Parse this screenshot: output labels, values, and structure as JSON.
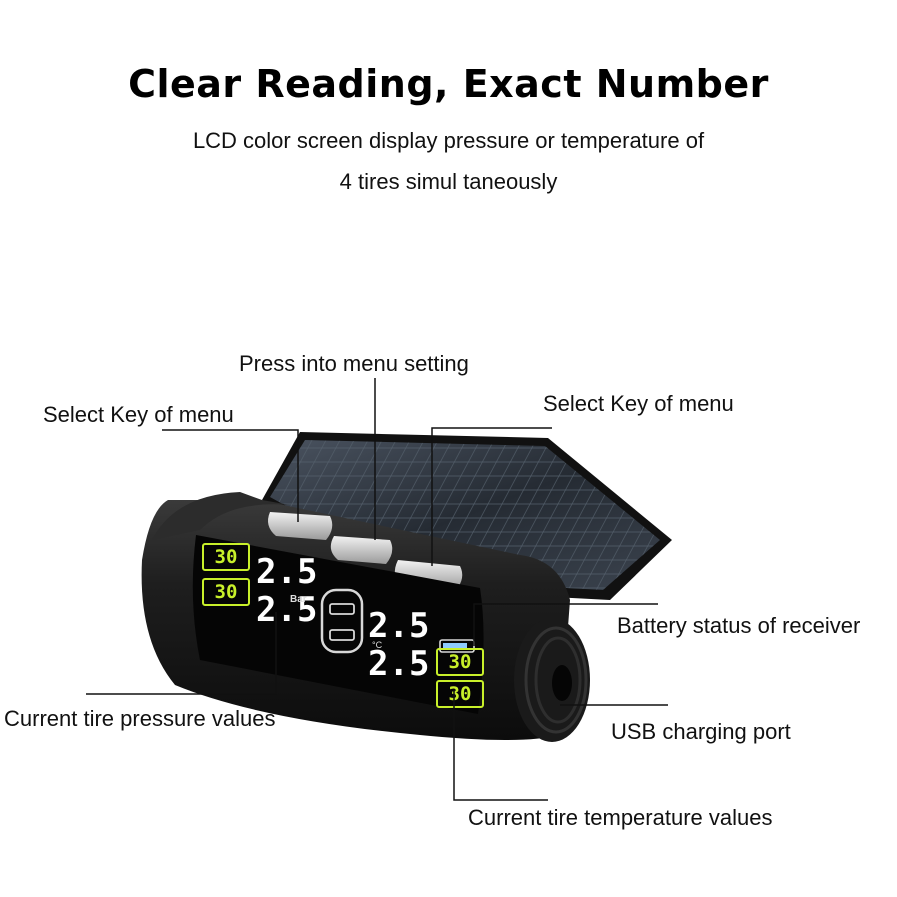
{
  "heading": {
    "title": "Clear Reading, Exact Number",
    "subtitle_line1": "LCD color screen display pressure or temperature of",
    "subtitle_line2": "4 tires simul taneously"
  },
  "callouts": {
    "press_menu": "Press into menu setting",
    "select_key_left": "Select Key of menu",
    "select_key_right": "Select Key of menu",
    "battery_status": "Battery status of receiver",
    "pressure_values": "Current tire pressure values",
    "usb_port": "USB charging port",
    "temperature_values": "Current tire temperature values"
  },
  "lcd": {
    "temp_front_left": "30",
    "temp_rear_left": "30",
    "temp_front_right": "30",
    "temp_rear_right": "30",
    "pressure_front_left": "2.5",
    "pressure_rear_left": "2.5",
    "pressure_front_right": "2.5",
    "pressure_rear_right": "2.5",
    "unit_bar": "Bar",
    "unit_temp": "°C"
  },
  "colors": {
    "lcd_green": "#c8f02a",
    "device_body": "#1a1a1a",
    "solar_panel": "#2a3038"
  }
}
